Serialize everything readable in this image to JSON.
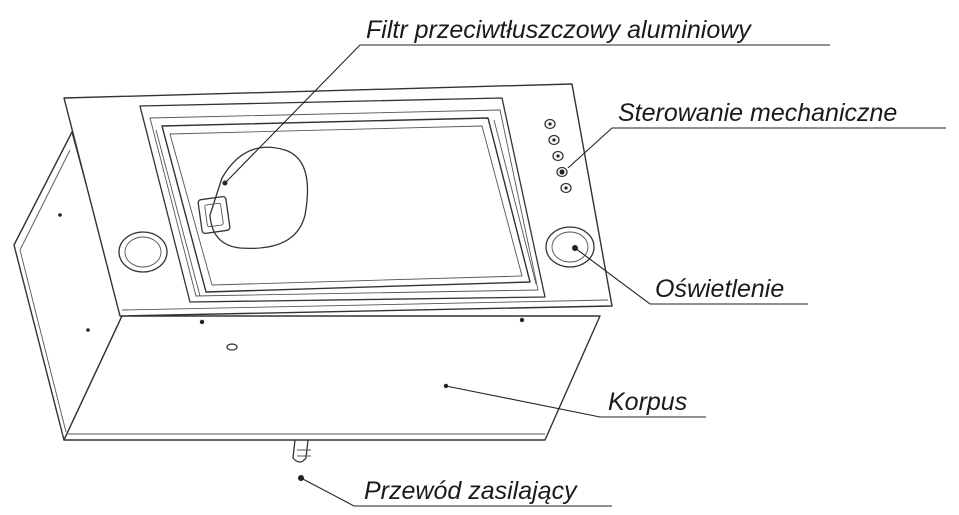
{
  "diagram": {
    "labels": {
      "filter": "Filtr przeciwtłuszczowy aluminiowy",
      "controls": "Sterowanie mechaniczne",
      "lighting": "Oświetlenie",
      "body": "Korpus",
      "cable": "Przewód zasilający"
    },
    "knob_count": 5,
    "colors": {
      "line": "#333333",
      "text": "#1a1a1a",
      "background": "#ffffff"
    }
  }
}
